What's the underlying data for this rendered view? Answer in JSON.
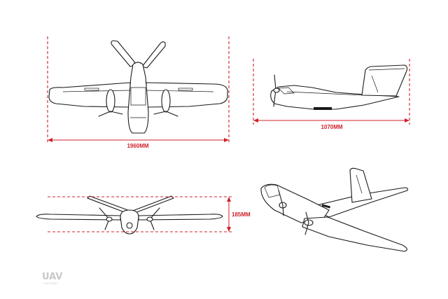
{
  "dimensions": {
    "wingspan": "1960MM",
    "length": "1070MM",
    "height": "185MM"
  },
  "watermark": {
    "logo": "UAV",
    "sub": "UAV-MODEL"
  },
  "colors": {
    "dimension": "#d0202a",
    "outline": "#1a1a1a",
    "background": "#ffffff"
  }
}
